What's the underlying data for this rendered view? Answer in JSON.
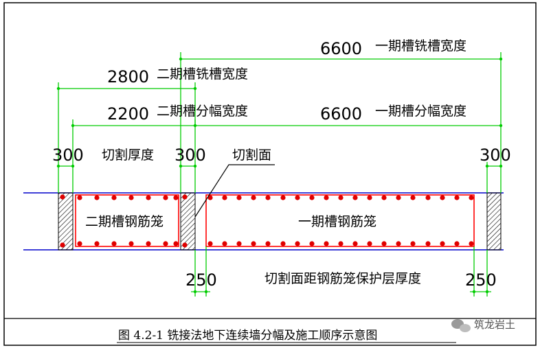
{
  "dimensions": {
    "phase1_mill_width": "6600",
    "phase2_mill_width": "2800",
    "phase2_panel_width": "2200",
    "phase1_panel_width": "6600",
    "cut_thickness_left": "300",
    "cut_thickness_mid": "300",
    "cut_thickness_right": "300",
    "cover_left": "250",
    "cover_right": "250"
  },
  "labels": {
    "phase1_mill_width": "一期槽铣槽宽度",
    "phase2_mill_width": "二期槽铣槽宽度",
    "phase2_panel_width": "二期槽分幅宽度",
    "phase1_panel_width": "一期槽分幅宽度",
    "cut_thickness": "切割厚度",
    "cut_surface": "切割面",
    "phase2_cage": "二期槽钢筋笼",
    "phase1_cage": "一期槽钢筋笼",
    "cover_thickness": "切割面距钢筋笼保护层厚度"
  },
  "caption": "图 4.2-1 铣接法地下连续墙分幅及施工顺序示意图",
  "watermark": "筑龙岩土",
  "colors": {
    "dimension_line": "#00cc00",
    "wall_line": "#0000cc",
    "cage_line": "#ff0000",
    "rebar_dot": "#e00000",
    "frame": "#000000"
  }
}
